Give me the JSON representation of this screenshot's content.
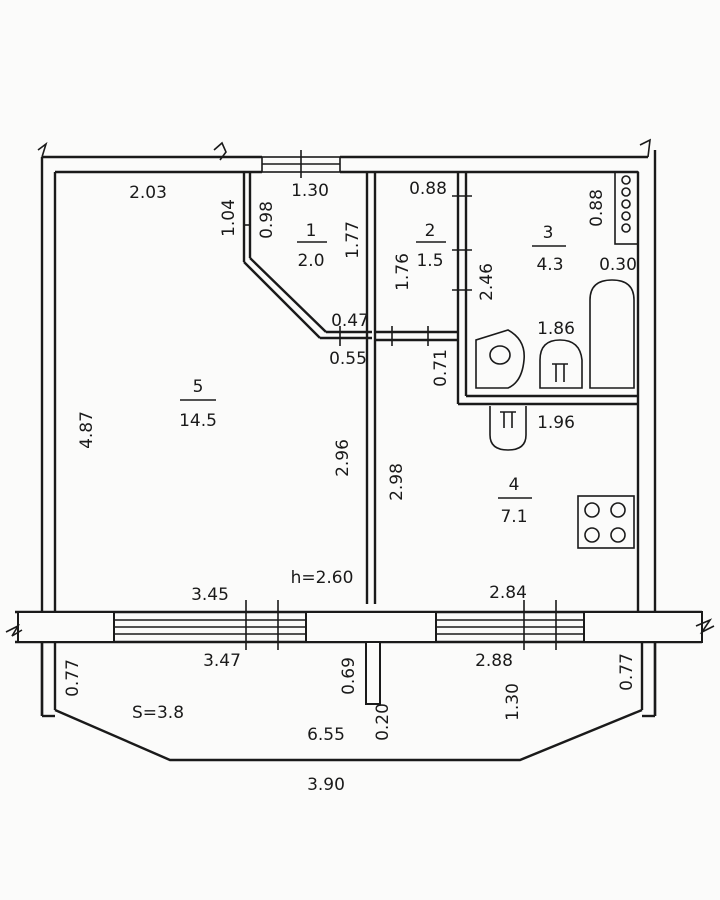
{
  "rooms": [
    {
      "number": "1",
      "area": "2.0"
    },
    {
      "number": "2",
      "area": "1.5"
    },
    {
      "number": "3",
      "area": "4.3"
    },
    {
      "number": "4",
      "area": "7.1"
    },
    {
      "number": "5",
      "area": "14.5"
    }
  ],
  "dimensions": {
    "d_2_03": "2.03",
    "d_1_04": "1.04",
    "d_0_98": "0.98",
    "d_1_30_top": "1.30",
    "d_1_77": "1.77",
    "d_0_88_a": "0.88",
    "d_0_88_b": "0.88",
    "d_1_76": "1.76",
    "d_2_46": "2.46",
    "d_0_30": "0.30",
    "d_0_47": "0.47",
    "d_0_55": "0.55",
    "d_1_86": "1.86",
    "d_0_71": "0.71",
    "d_1_96": "1.96",
    "d_4_87": "4.87",
    "d_2_96": "2.96",
    "d_2_98": "2.98",
    "d_3_45": "3.45",
    "d_2_84": "2.84",
    "d_3_47": "3.47",
    "d_2_88": "2.88",
    "d_0_77_left": "0.77",
    "d_0_69": "0.69",
    "d_0_20": "0.20",
    "d_1_30_bottom": "1.30",
    "d_0_77_right": "0.77",
    "d_6_55": "6.55",
    "d_3_90": "3.90"
  },
  "notes": {
    "ceiling_height": "h=2.60",
    "balcony_area": "S=3.8"
  },
  "colors": {
    "ink": "#1a1a1a",
    "paper": "#fbfbfa"
  }
}
